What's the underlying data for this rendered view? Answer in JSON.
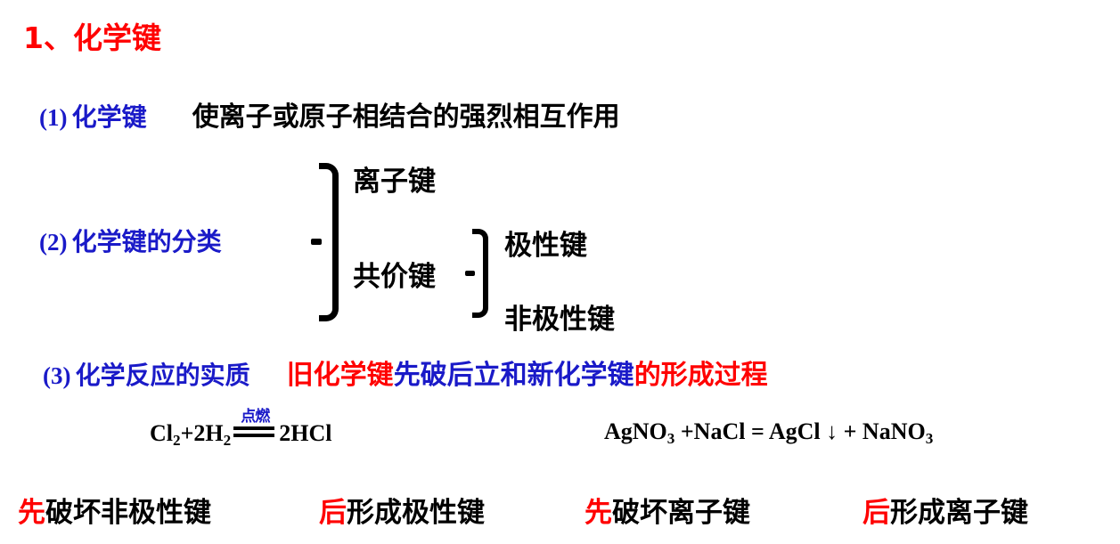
{
  "slide": {
    "title": "1、化学键",
    "colors": {
      "red": "#FF0000",
      "blue": "#1A1AC8",
      "black": "#000000",
      "background": "#FFFFFF"
    }
  },
  "items": [
    {
      "number": "(1)",
      "label": "化学键",
      "description": "使离子或原子相结合的强烈相互作用"
    },
    {
      "number": "(2)",
      "label": "化学键的分类"
    },
    {
      "number": "(3)",
      "label": "化学反应的实质",
      "essence": [
        {
          "text": "旧化学键",
          "color": "red"
        },
        {
          "text": "先破后立和新化学键",
          "color": "blue"
        },
        {
          "text": "的形成过程",
          "color": "red"
        }
      ]
    }
  ],
  "classification": {
    "branch_ionic": "离子键",
    "branch_covalent": "共价键",
    "branch_polar": "极性键",
    "branch_nonpolar": "非极性键"
  },
  "equations": {
    "left": {
      "reactant_1": "Cl",
      "reactant_1_sub": "2",
      "plus": "+2",
      "reactant_2": "H",
      "reactant_2_sub": "2",
      "condition": "点燃",
      "product": "2HCl"
    },
    "right": {
      "full": "AgNO3 +NaCl = AgCl ↓ + NaNO3",
      "part_1": "AgNO",
      "part_1_sub": "3",
      "part_2": " +NaCl = AgCl ↓ + NaNO",
      "part_2_sub": "3"
    }
  },
  "conclusions": [
    {
      "prefix": "先",
      "rest": "破坏非极性键"
    },
    {
      "prefix": "后",
      "rest": "形成极性键"
    },
    {
      "prefix": "先",
      "rest": "破坏离子键"
    },
    {
      "prefix": "后",
      "rest": "形成离子键"
    }
  ]
}
